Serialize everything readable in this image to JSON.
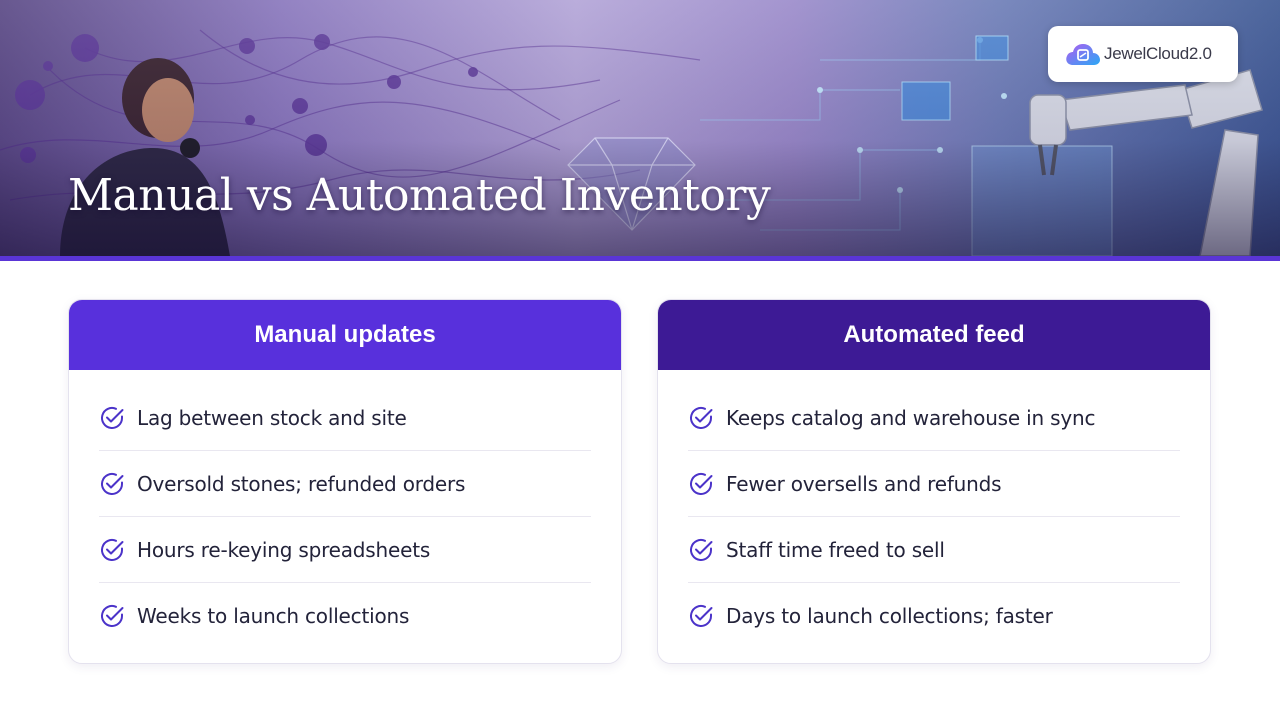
{
  "banner": {
    "title": "Manual vs Automated Inventory",
    "logo_text": "JewelCloud2.0"
  },
  "colors": {
    "manual_header": "#5830dc",
    "automated_header": "#3d1a95",
    "check": "#4b33c9",
    "rule": "#5a35d6"
  },
  "cards": [
    {
      "heading": "Manual updates",
      "items": [
        "Lag between stock and site",
        "Oversold stones; refunded orders",
        "Hours re-keying spreadsheets",
        "Weeks to launch collections"
      ]
    },
    {
      "heading": "Automated feed",
      "items": [
        "Keeps catalog and warehouse in sync",
        "Fewer oversells and refunds",
        "Staff time freed to sell",
        "Days to launch collections; faster"
      ]
    }
  ],
  "icons": {
    "item": "check-circle-icon",
    "logo": "cloud-logo-icon"
  }
}
